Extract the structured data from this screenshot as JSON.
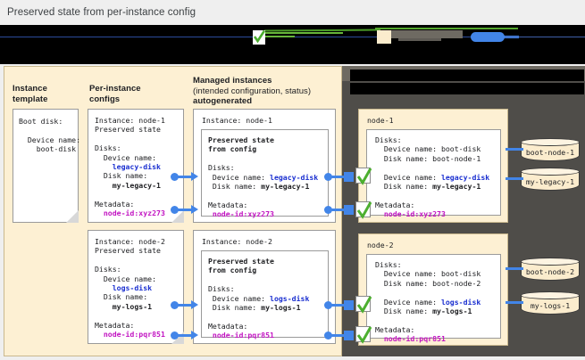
{
  "caption": "Preserved state from per-instance config",
  "legend": {
    "redacted": true,
    "items": [
      "check-icon",
      "green-line",
      "beige-box",
      "gray-line",
      "blue-blob"
    ]
  },
  "colors": {
    "panel_beige": "#fdf0d3",
    "panel_gray": "#4f4d49",
    "panel_gray_light": "#6e6a62",
    "connector_blue": "#4285e8",
    "text_blue": "#1a2fd0",
    "text_purple": "#c214c2",
    "check_green": "#4caf2f",
    "caption_bg": "#efefef"
  },
  "columns": {
    "instance_template": {
      "title_line1": "Instance",
      "title_line2": "template"
    },
    "per_instance_configs": {
      "title_line1": "Per-instance",
      "title_line2": "configs"
    },
    "managed_instances": {
      "title_line1": "Managed instances",
      "title_line2": "(intended configuration, status)",
      "title_line3": "autogenerated"
    }
  },
  "instance_template_card": {
    "text": "Boot disk:\n\n  Device name:\n    boot-disk"
  },
  "per_instance_configs": [
    {
      "instance_line": "Instance: node-1",
      "preserved_line": "Preserved state",
      "disks_label": "Disks:",
      "device_name_label": "  Device name:",
      "device_name_value": "    legacy-disk",
      "disk_name_label": "  Disk name:",
      "disk_name_value": "    my-legacy-1",
      "metadata_label": "Metadata:",
      "metadata_value": "  node-id:xyz273"
    },
    {
      "instance_line": "Instance: node-2",
      "preserved_line": "Preserved state",
      "disks_label": "Disks:",
      "device_name_label": "  Device name:",
      "device_name_value": "    logs-disk",
      "disk_name_label": "  Disk name:",
      "disk_name_value": "    my-logs-1",
      "metadata_label": "Metadata:",
      "metadata_value": "  node-id:pqr851"
    }
  ],
  "managed_instances": [
    {
      "instance_line": "Instance: node-1",
      "preserved_header_line1": "Preserved state",
      "preserved_header_line2": "from config",
      "disks_label": "Disks:",
      "device_name_label": " Device name: ",
      "device_name_value": "legacy-disk",
      "disk_name_label": " Disk name: ",
      "disk_name_value": "my-legacy-1",
      "metadata_label": "Metadata:",
      "metadata_value": " node-id:xyz273"
    },
    {
      "instance_line": "Instance: node-2",
      "preserved_header_line1": "Preserved state",
      "preserved_header_line2": "from config",
      "disks_label": "Disks:",
      "device_name_label": " Device name: ",
      "device_name_value": "logs-disk",
      "disk_name_label": " Disk name: ",
      "disk_name_value": "my-logs-1",
      "metadata_label": "Metadata:",
      "metadata_value": " node-id:pqr851"
    }
  ],
  "nodes": [
    {
      "title": "node-1",
      "disks_label": "Disks:",
      "boot_device_line": "  Device name: boot-disk",
      "boot_disk_line": "  Disk name: boot-node-1",
      "preserved_device_label": "  Device name: ",
      "preserved_device_value": "legacy-disk",
      "preserved_disk_label": "  Disk name: ",
      "preserved_disk_value": "my-legacy-1",
      "metadata_label": "Metadata:",
      "metadata_value": "  node-id:xyz273",
      "disks": [
        "boot-node-1",
        "my-legacy-1"
      ]
    },
    {
      "title": "node-2",
      "disks_label": "Disks:",
      "boot_device_line": "  Device name: boot-disk",
      "boot_disk_line": "  Disk name: boot-node-2",
      "preserved_device_label": "  Device name: ",
      "preserved_device_value": "logs-disk",
      "preserved_disk_label": "  Disk name: ",
      "preserved_disk_value": "my-logs-1",
      "metadata_label": "Metadata:",
      "metadata_value": "  node-id:pqr851",
      "disks": [
        "boot-node-2",
        "my-logs-1"
      ]
    }
  ]
}
